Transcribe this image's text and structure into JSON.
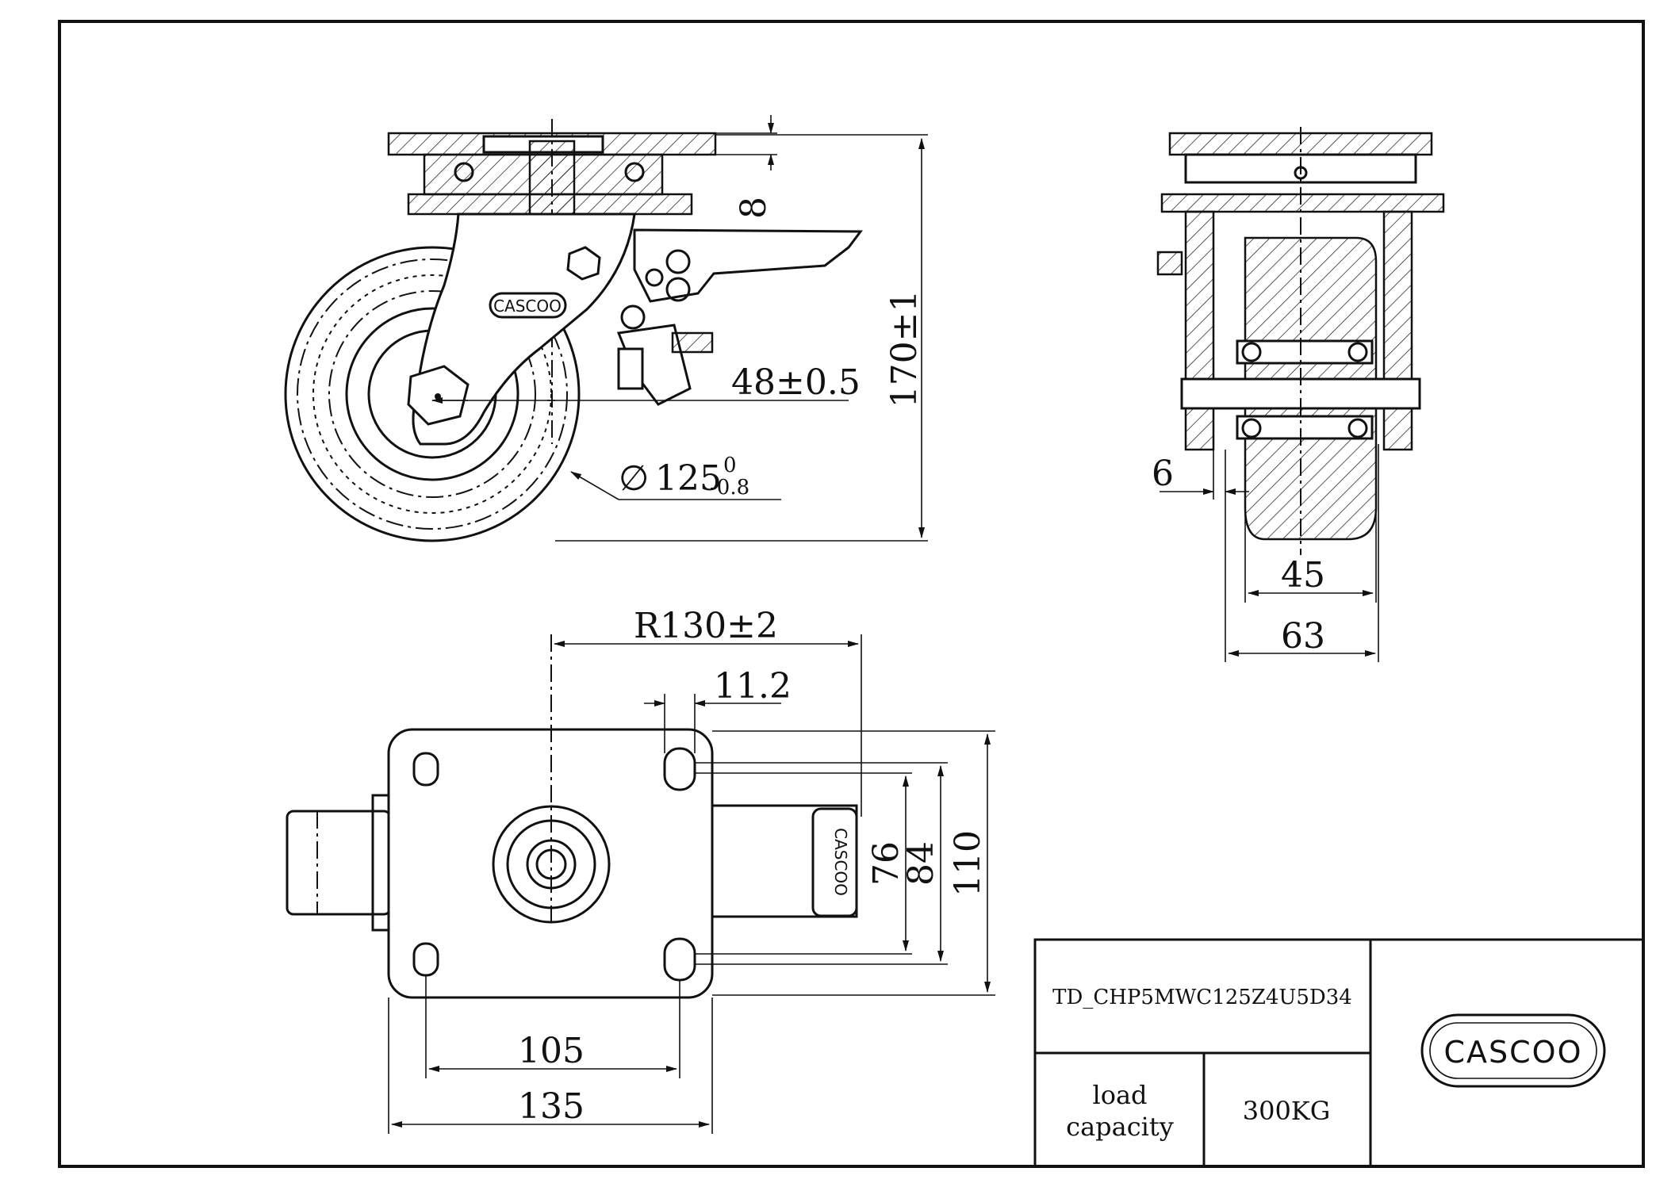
{
  "dimensions": {
    "plate_thickness": "8",
    "overall_height": "170±1",
    "offset": "48±0.5",
    "wheel_diameter_symbol": "∅",
    "wheel_diameter": "125",
    "wheel_tol_upper": "0",
    "wheel_tol_lower": "-0.8",
    "wheel_offset": "6",
    "tread_width": "45",
    "hub_length": "63",
    "swivel_radius": "R130±2",
    "bolt_slot": "11.2",
    "hole_spacing_short": "76",
    "hole_spacing_long": "84",
    "plate_width": "110",
    "hole_spacing_x": "105",
    "plate_length": "135"
  },
  "title_block": {
    "part_number": "TD_CHP5MWC125Z4U5D34",
    "load_label_line1": "load",
    "load_label_line2": "capacity",
    "load_value": "300KG",
    "logo_text": "CASCOO"
  },
  "brand_marks": {
    "body_logo": "CASCOO"
  },
  "colors": {
    "line": "#111111",
    "background": "#ffffff"
  }
}
